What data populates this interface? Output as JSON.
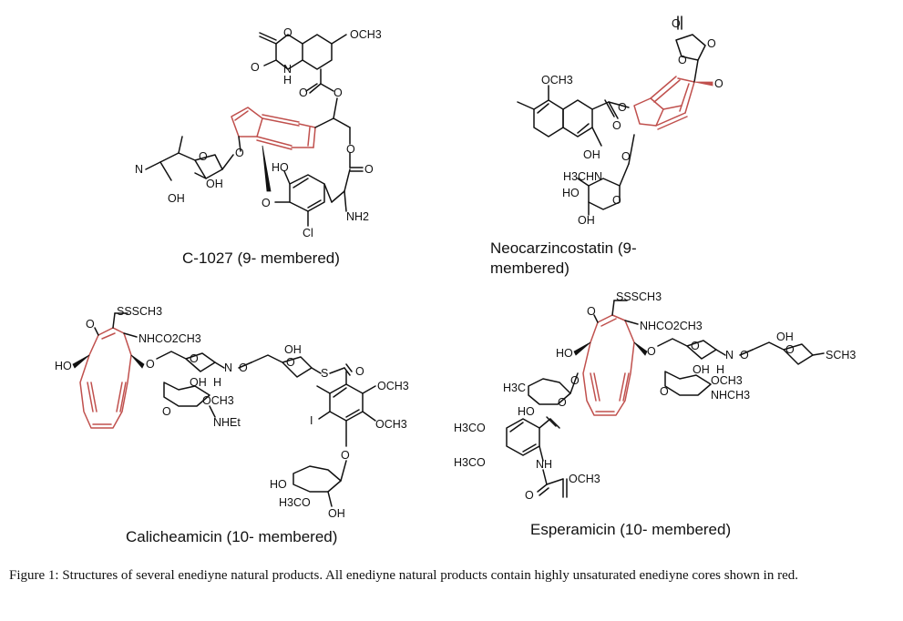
{
  "figure": {
    "caption": "Figure 1: Structures of several enediyne natural products. All enediyne natural products contain highly unsaturated enediyne cores shown in red.",
    "compounds": [
      {
        "id": "c1027",
        "name": "C-1027 (9- membered)",
        "atom_labels": [
          "OCH3",
          "O",
          "O",
          "N",
          "H",
          "O",
          "O",
          "N",
          "O",
          "O",
          "OH",
          "OH",
          "HO",
          "O",
          "O",
          "O",
          "NH2",
          "Cl"
        ]
      },
      {
        "id": "neocarzinostatin",
        "name_lines": [
          "Neocarzincostatin (9-",
          "membered)"
        ],
        "atom_labels": [
          "O",
          "O",
          "O",
          "O",
          "OCH3",
          "O",
          "O",
          "OH",
          "O",
          "H3CHN",
          "HO",
          "O",
          "OH"
        ]
      },
      {
        "id": "calicheamicin",
        "name": "Calicheamicin (10- membered)",
        "atom_labels": [
          "SSSCH3",
          "O",
          "NHCO2CH3",
          "HO",
          "O",
          "O",
          "OH",
          "N",
          "OH",
          "H",
          "O",
          "O",
          "S",
          "O",
          "OCH3",
          "O",
          "NHEt",
          "OCH3",
          "I",
          "OCH3",
          "O",
          "HO",
          "H3CO",
          "OH"
        ]
      },
      {
        "id": "esperamicin",
        "name": "Esperamicin (10- membered)",
        "atom_labels": [
          "SSSCH3",
          "O",
          "NHCO2CH3",
          "HO",
          "O",
          "O",
          "OH",
          "N",
          "OH",
          "H",
          "O",
          "O",
          "SCH3",
          "OCH3",
          "O",
          "NHCH3",
          "H3C",
          "O",
          "HO",
          "O",
          "H3CO",
          "H3CO",
          "NH",
          "O",
          "OCH3"
        ]
      }
    ]
  },
  "colors": {
    "enediyne_core": "#c0504d",
    "structure": "#111111",
    "background": "#ffffff"
  }
}
